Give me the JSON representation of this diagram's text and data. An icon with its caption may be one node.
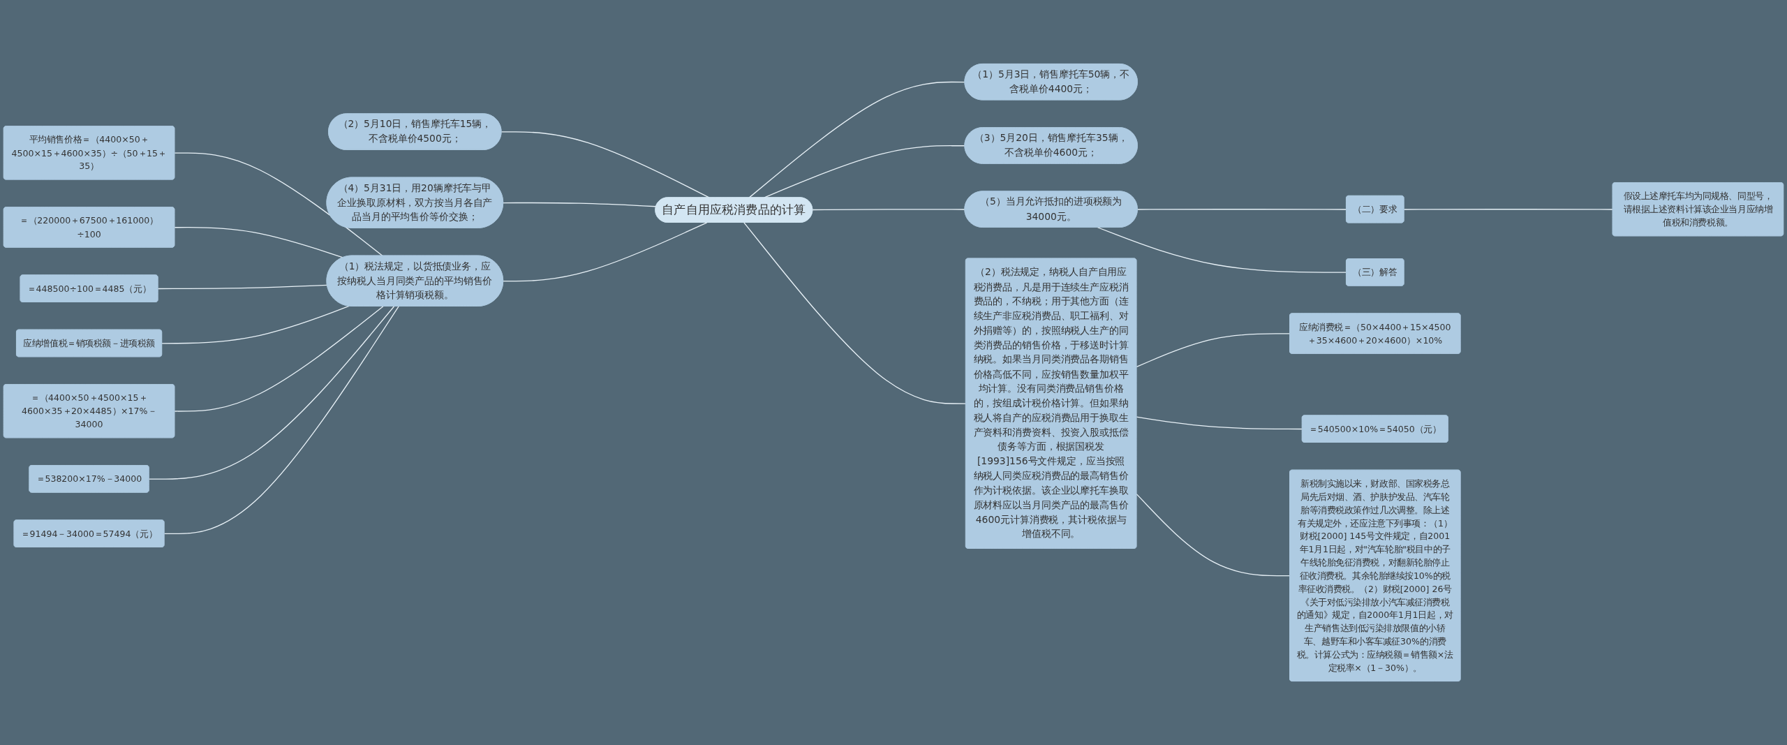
{
  "diagram": {
    "nodes": [
      {
        "text": [
          "自产自用应税消费品的计算"
        ]
      },
      {
        "text": [
          "（1）5月3日，销售摩托车50辆，不含税单价4400元；"
        ]
      },
      {
        "text": [
          "（3）5月20日，销售摩托车35辆，不含税单价4600元；"
        ]
      },
      {
        "text": [
          "（5）当月允许抵扣的进项税额为34000元。"
        ]
      },
      {
        "text": [
          "（二）要求"
        ]
      },
      {
        "text": [
          "假设上述摩托车均为同规格、同型号，请根据上述资料计算该企业当月应纳增值税和消费税额。"
        ]
      },
      {
        "text": [
          "（三）解答"
        ]
      },
      {
        "text": [
          "（2）税法规定，纳税人自产自用应税消费品，凡是用于连续生产应税消费品的，不纳税；用于其他方面（连续生产非应税消费品、职工福利、对外捐赠等）的，按照纳税人生产的同类消费品的销售价格，于移送时计算纳税。如果当月同类消费品各期销售价格高低不同，应按销售数量加权平均计算。没有同类消费品销售价格的，按组成计税价格计算。但如果纳税人将自产的应税消费品用于换取生产资料和消费资料、投资入股或抵偿债务等方面，根据国税发[1993]156号文件规定，应当按照纳税人同类应税消费品的最高销售价作为计税依据。该企业以摩托车换取原材料应以当月同类产品的最高售价4600元计算消费税，其计税依据与增值税不同。"
        ]
      },
      {
        "text": [
          "应纳消费税＝（50×4400＋15×4500＋35×4600＋20×4600）×10%"
        ]
      },
      {
        "text": [
          "＝540500×10%＝54050（元）"
        ]
      },
      {
        "text": [
          "新税制实施以来，财政部、国家税务总局先后对烟、酒、护肤护发品、汽车轮胎等消费税政策作过几次调整。除上述有关规定外，还应注意下列事项：（1）财税[2000] 145号文件规定，自2001年1月1日起，对\"汽车轮胎\"税目中的子午线轮胎免征消费税，对翻新轮胎停止征收消费税。其余轮胎继续按10%的税率征收消费税。（2）财税[2000] 26号《关于对低污染排放小汽车减征消费税的通知》规定，自2000年1月1日起，对生产销售达到低污染排放限值的小轿车、越野车和小客车减征30%的消费税。计算公式为：应纳税额＝销售额×法定税率×（1－30%）。"
        ]
      },
      {
        "text": [
          "（2）5月10日，销售摩托车15辆，不含税单价4500元；"
        ]
      },
      {
        "text": [
          "（4）5月31日，用20辆摩托车与甲企业换取原材料，双方按当月各自产品当月的平均售价等价交换；"
        ]
      },
      {
        "text": [
          "（1）税法规定，以货抵债业务，应按纳税人当月同类产品的平均销售价格计算销项税额。"
        ]
      },
      {
        "text": [
          "平均销售价格＝（4400×50＋4500×15＋4600×35）÷（50＋15＋35）"
        ]
      },
      {
        "text": [
          "＝（220000＋67500＋161000）÷100"
        ]
      },
      {
        "text": [
          "＝448500÷100＝4485（元）"
        ]
      },
      {
        "text": [
          "应纳增值税＝销项税额－进项税额"
        ]
      },
      {
        "text": [
          "＝（4400×50＋4500×15＋4600×35＋20×4485）×17%－34000"
        ]
      },
      {
        "text": [
          "＝538200×17%－34000"
        ]
      },
      {
        "text": [
          "＝91494－34000＝57494（元）"
        ]
      }
    ],
    "edges": [
      {
        "from": 0,
        "to": 1,
        "arrow": "none"
      },
      {
        "from": 0,
        "to": 2,
        "arrow": "none"
      },
      {
        "from": 0,
        "to": 3,
        "arrow": "none"
      },
      {
        "from": 3,
        "to": 4,
        "arrow": "none"
      },
      {
        "from": 4,
        "to": 5,
        "arrow": "none"
      },
      {
        "from": 3,
        "to": 6,
        "arrow": "none"
      },
      {
        "from": 0,
        "to": 7,
        "arrow": "none"
      },
      {
        "from": 7,
        "to": 8,
        "arrow": "none"
      },
      {
        "from": 7,
        "to": 9,
        "arrow": "none"
      },
      {
        "from": 7,
        "to": 10,
        "arrow": "none"
      },
      {
        "from": 0,
        "to": 11,
        "arrow": "none"
      },
      {
        "from": 0,
        "to": 12,
        "arrow": "none"
      },
      {
        "from": 0,
        "to": 13,
        "arrow": "none"
      },
      {
        "from": 13,
        "to": 14,
        "arrow": "none"
      },
      {
        "from": 13,
        "to": 15,
        "arrow": "none"
      },
      {
        "from": 13,
        "to": 16,
        "arrow": "none"
      },
      {
        "from": 13,
        "to": 17,
        "arrow": "none"
      },
      {
        "from": 13,
        "to": 18,
        "arrow": "none"
      },
      {
        "from": 13,
        "to": 19,
        "arrow": "none"
      },
      {
        "from": 13,
        "to": 20,
        "arrow": "none"
      }
    ]
  }
}
